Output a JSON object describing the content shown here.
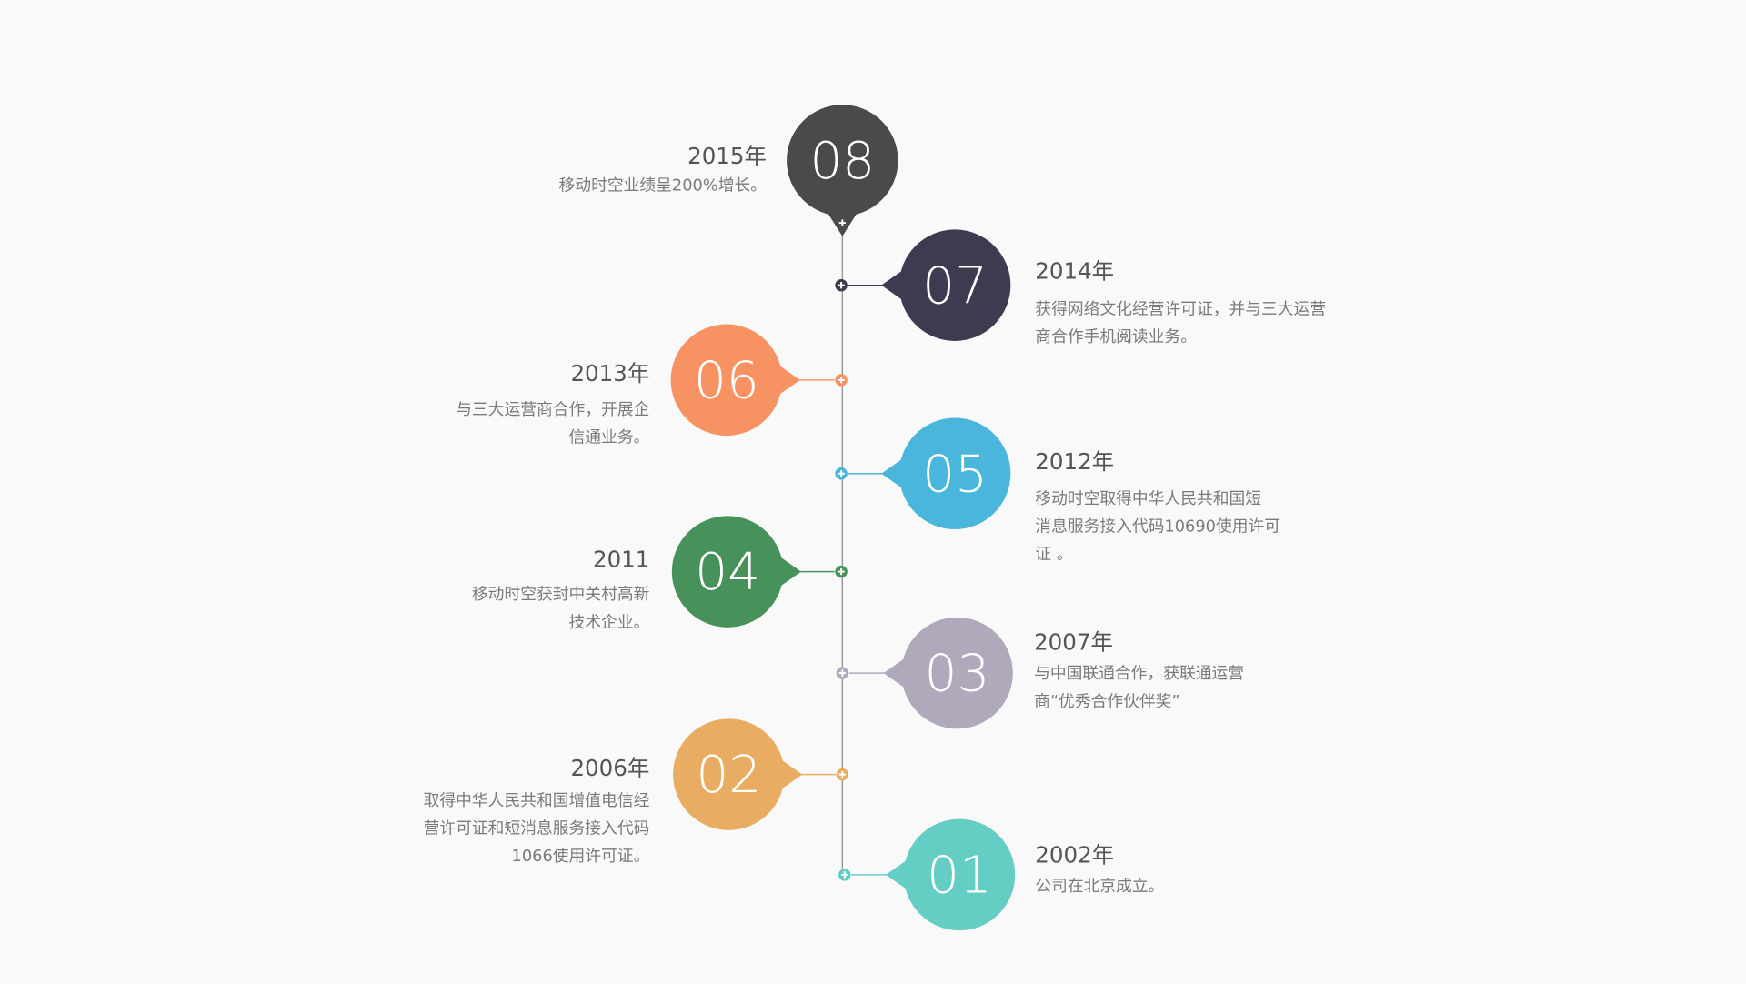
{
  "milestones": [
    {
      "number": "01",
      "year": "2002年",
      "text": "公司在北京成立。",
      "color": "#64cdc4"
    },
    {
      "number": "02",
      "year": "2006年",
      "text": "取得中华人民共和国增值电信经\n营许可证和短消息服务接入代码\n1066使用许可证。",
      "color": "#e8ad62"
    },
    {
      "number": "03",
      "year": "2007年",
      "text": "与中国联通合作，获联通运营\n商“优秀合作伙伴奖”",
      "color": "#afa9bb"
    },
    {
      "number": "04",
      "year": "2011",
      "text": "移动时空获封中关村高新\n技术企业。",
      "color": "#47915a"
    },
    {
      "number": "05",
      "year": "2012年",
      "text": "移动时空取得中华人民共和国短\n消息服务接入代码10690使用许可\n证 。",
      "color": "#4bb6db"
    },
    {
      "number": "06",
      "year": "2013年",
      "text": "与三大运营商合作，开展企\n信通业务。",
      "color": "#f79263"
    },
    {
      "number": "07",
      "year": "2014年",
      "text": "获得网络文化经营许可证，并与三大运营\n商合作手机阅读业务。",
      "color": "#3d3b50"
    },
    {
      "number": "08",
      "year": "2015年",
      "text": "移动时空业绩呈200%增长。",
      "color": "#4a4a4a"
    }
  ],
  "colors": {
    "background": "#f9f9f9",
    "spine": "#9a9a9a",
    "number_text": "#ffffff",
    "year_text": "#555555",
    "desc_text": "#7a7a7a"
  },
  "icons": {
    "node": "plus-circle-icon"
  }
}
